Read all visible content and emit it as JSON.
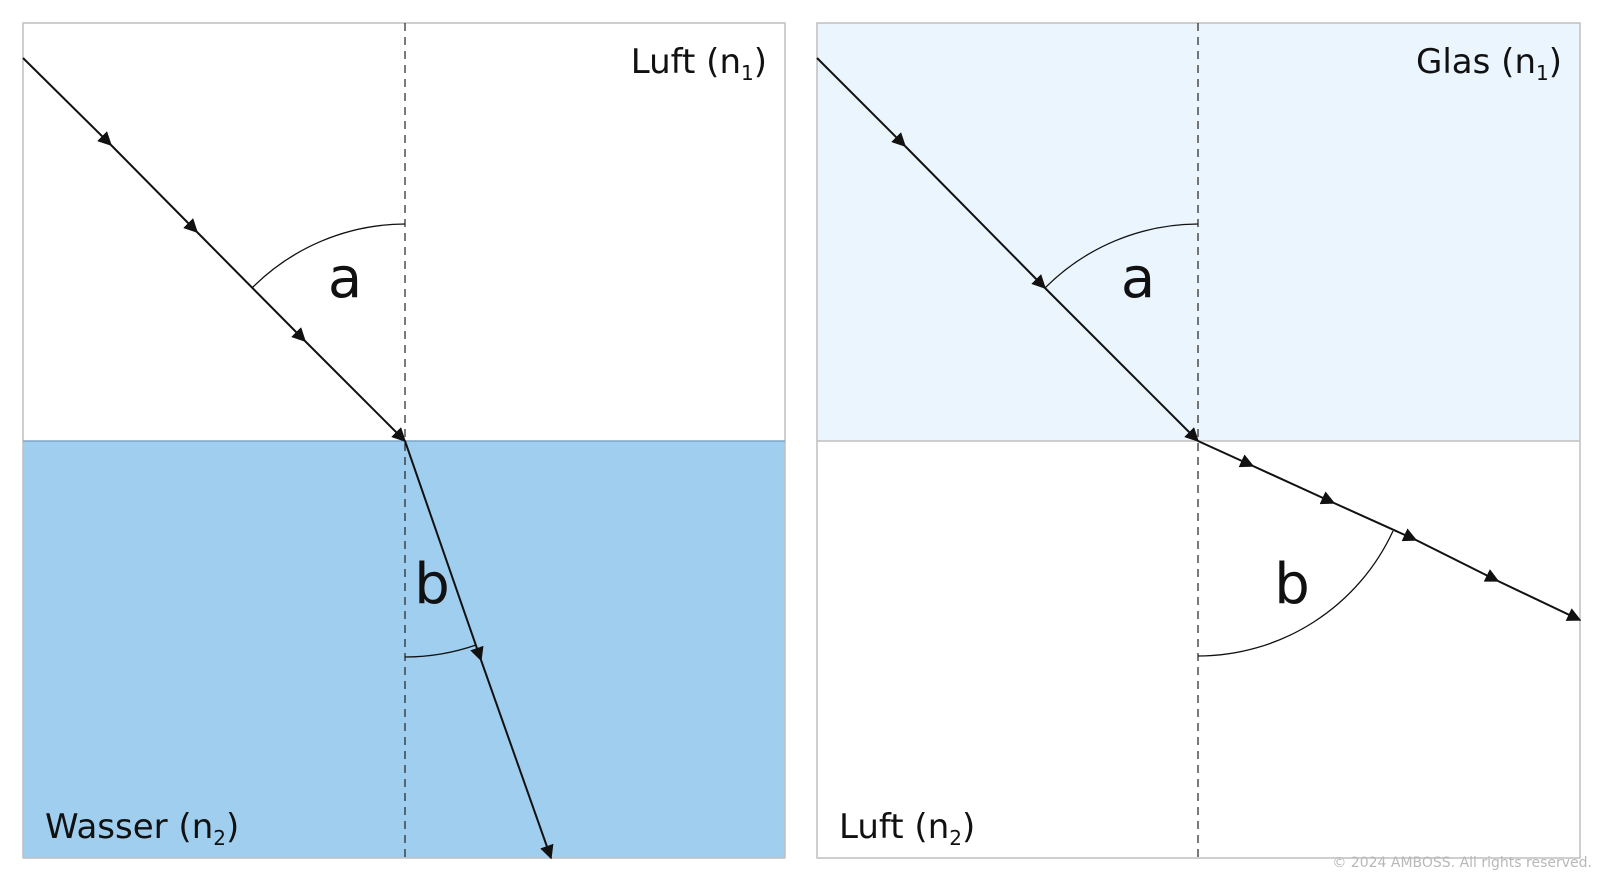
{
  "panels": [
    {
      "top_medium": {
        "name": "Luft",
        "index_symbol": "n",
        "index_sub": "1"
      },
      "bottom_medium": {
        "name": "Wasser",
        "index_symbol": "n",
        "index_sub": "2"
      },
      "incident_angle_label": "a",
      "refracted_angle_label": "b",
      "colors": {
        "top_fill": "#ffffff",
        "bottom_fill": "#a0ceef"
      }
    },
    {
      "top_medium": {
        "name": "Glas",
        "index_symbol": "n",
        "index_sub": "1"
      },
      "bottom_medium": {
        "name": "Luft",
        "index_symbol": "n",
        "index_sub": "2"
      },
      "incident_angle_label": "a",
      "refracted_angle_label": "b",
      "colors": {
        "top_fill": "#eaf5fd",
        "bottom_fill": "#ffffff"
      }
    }
  ],
  "copyright": "© 2024 AMBOSS. All rights reserved."
}
